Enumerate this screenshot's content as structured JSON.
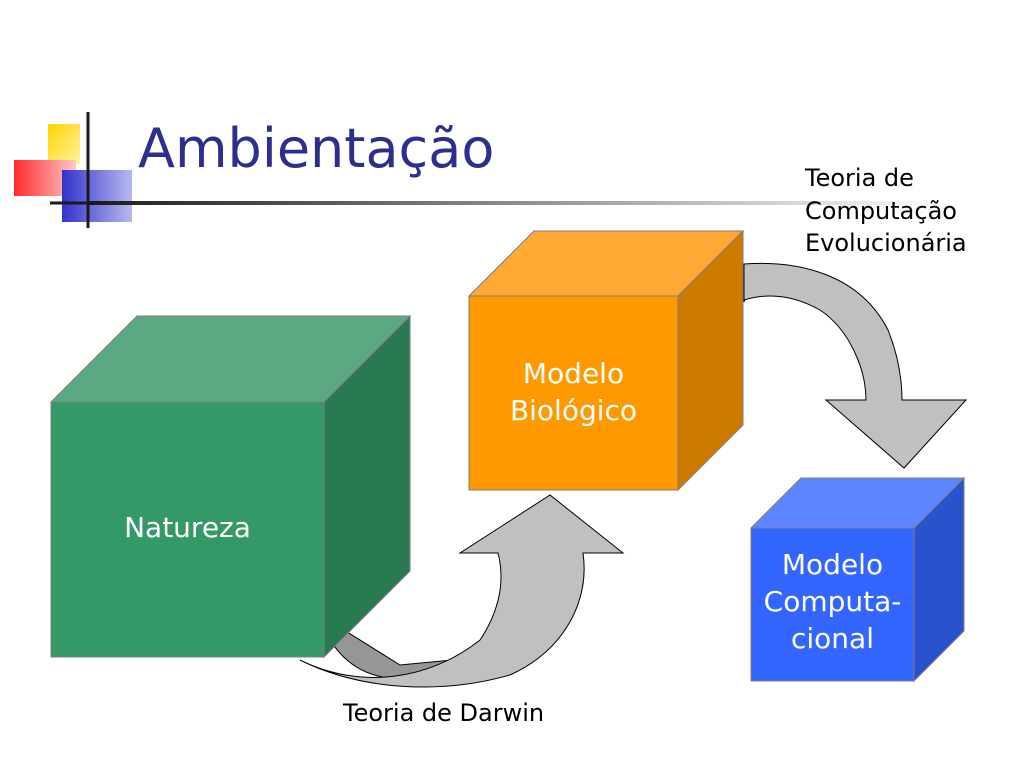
{
  "title": "Ambientação",
  "colors": {
    "title": "#2e2e8f",
    "green_front": "#339966",
    "green_top": "#5aa982",
    "green_side": "#297a52",
    "orange_front": "#ff9900",
    "orange_top": "#ffa833",
    "orange_side": "#cc7a00",
    "blue_front": "#3366ff",
    "blue_top": "#5c85ff",
    "blue_side": "#2952cc",
    "arrow_fill": "#c0c0c0",
    "arrow_shadow": "#969696"
  },
  "cubes": {
    "natureza": {
      "lines": [
        "Natureza"
      ]
    },
    "biologico": {
      "lines": [
        "Modelo",
        "Biológico"
      ]
    },
    "computacional": {
      "lines": [
        "Modelo",
        "Computa-",
        "cional"
      ]
    }
  },
  "captions": {
    "darwin": "Teoria de Darwin",
    "evolucionaria": [
      "Teoria de",
      "Computação",
      "Evolucionária"
    ]
  },
  "decoration_icon": "bullet-squares-logo"
}
